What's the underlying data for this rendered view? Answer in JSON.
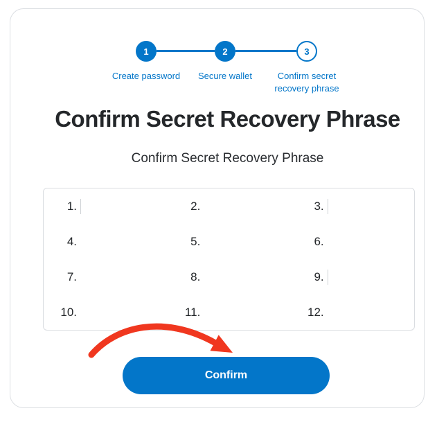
{
  "stepper": {
    "steps": [
      {
        "number": "1",
        "label": "Create password",
        "state": "complete"
      },
      {
        "number": "2",
        "label": "Secure wallet",
        "state": "complete"
      },
      {
        "number": "3",
        "label": "Confirm secret recovery phrase",
        "state": "current"
      }
    ]
  },
  "heading": {
    "title": "Confirm Secret Recovery Phrase"
  },
  "subheading": "Confirm Secret Recovery Phrase",
  "phrase_grid": {
    "slots": [
      {
        "number": "1.",
        "value": "",
        "has_cursor": true
      },
      {
        "number": "2.",
        "value": "",
        "has_cursor": false
      },
      {
        "number": "3.",
        "value": "",
        "has_cursor": true
      },
      {
        "number": "4.",
        "value": "",
        "has_cursor": false
      },
      {
        "number": "5.",
        "value": "",
        "has_cursor": false
      },
      {
        "number": "6.",
        "value": "",
        "has_cursor": false
      },
      {
        "number": "7.",
        "value": "",
        "has_cursor": false
      },
      {
        "number": "8.",
        "value": "",
        "has_cursor": false
      },
      {
        "number": "9.",
        "value": "",
        "has_cursor": true
      },
      {
        "number": "10.",
        "value": "",
        "has_cursor": false
      },
      {
        "number": "11.",
        "value": "",
        "has_cursor": false
      },
      {
        "number": "12.",
        "value": "",
        "has_cursor": false
      }
    ]
  },
  "confirm_button": {
    "label": "Confirm"
  },
  "colors": {
    "primary_blue": "#0376c9",
    "arrow_red": "#f0371f",
    "title_text": "#24272a",
    "border_gray": "#dadde1"
  }
}
